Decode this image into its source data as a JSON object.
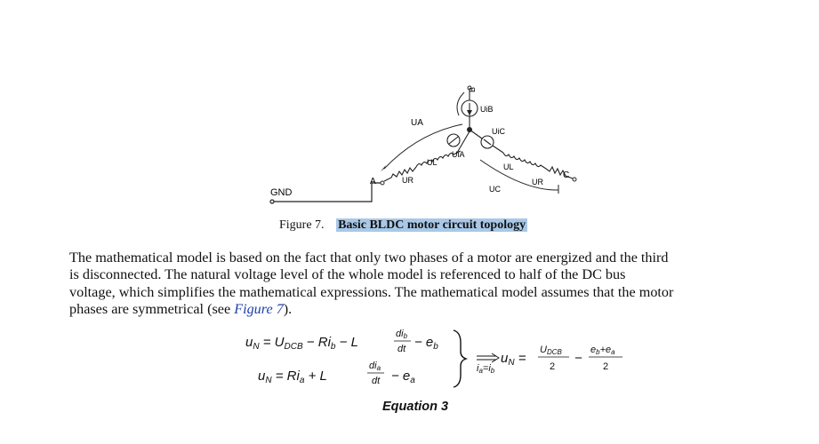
{
  "figure": {
    "labels": {
      "ua_top": "UA",
      "uib": "UiB",
      "uic": "UiC",
      "uia": "UiA",
      "ul_left": "UL",
      "ul_right": "UL",
      "ur_left": "UR",
      "ur_right": "UR",
      "uc": "UC",
      "node_a": "A",
      "node_b": "B",
      "node_c": "C",
      "gnd": "GND"
    },
    "caption_number": "Figure 7.",
    "caption_title": "Basic BLDC motor circuit topology"
  },
  "paragraph": {
    "line1": "The mathematical model is based on the fact that only two phases of a motor are energized and the third",
    "line2": "is disconnected. The natural voltage level of the whole model is referenced to half of the DC bus",
    "line3": "voltage, which simplifies the mathematical expressions. The mathematical model assumes that the motor",
    "line4_before": "phases are symmetrical (see ",
    "line4_link": "Figure 7",
    "line4_after": ")."
  },
  "equation": {
    "label": "Equation 3"
  }
}
